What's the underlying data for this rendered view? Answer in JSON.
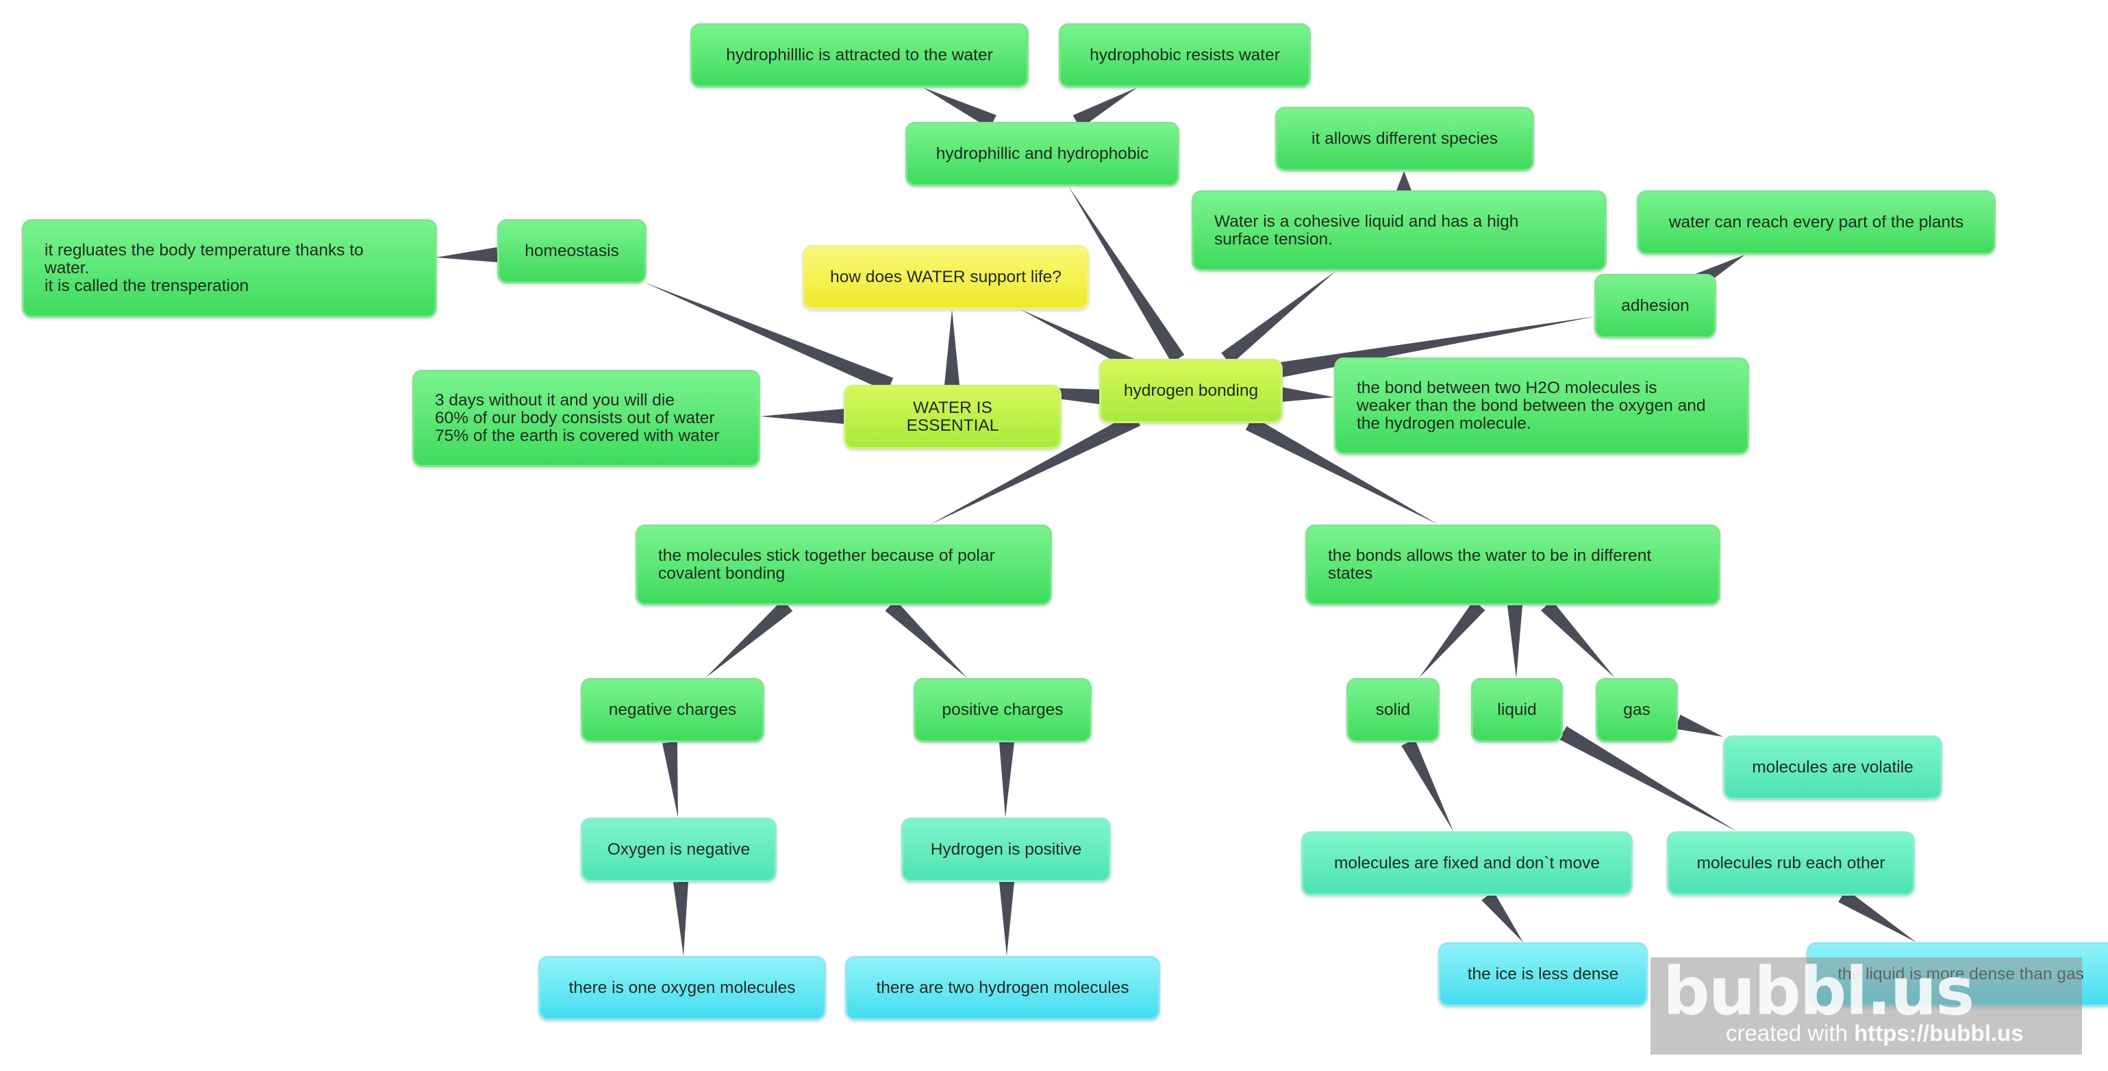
{
  "nodes": {
    "central": "hydrogen bonding",
    "question": "how does WATER support life?",
    "essential": "WATER IS ESSENTIAL",
    "homeostasis": "homeostasis",
    "body_temp": "it regluates the body temperature thanks to\nwater.\nit is called the trensperation",
    "facts": "3 days without it and you will die\n60% of our body consists out of water\n75% of the earth is covered with water",
    "hydro_both": "hydrophillic and hydrophobic",
    "hydrophilic": "hydrophilllic is attracted to the water",
    "hydrophobic": "hydrophobic resists water",
    "cohesive": "Water is a cohesive liquid and has a high\nsurface tension.",
    "species": "it allows different species",
    "adhesion": "adhesion",
    "plants": "water can reach every part of the plants",
    "bond_weaker": "the bond between two H2O molecules is\nweaker than the bond between the oxygen and\nthe hydrogen molecule.",
    "polar": "the molecules stick together because of polar\ncovalent bonding",
    "negative": "negative charges",
    "positive": "positive charges",
    "oxygen_neg": "Oxygen is negative",
    "hydrogen_pos": "Hydrogen is positive",
    "one_oxygen": "there is one oxygen molecules",
    "two_hydrogen": "there are two hydrogen molecules",
    "states": "the bonds allows the water to be in different\nstates",
    "solid": "solid",
    "liquid": "liquid",
    "gas": "gas",
    "volatile": "molecules are volatile",
    "fixed": "molecules are fixed and don`t move",
    "rub": "molecules rub each other",
    "ice": "the ice is less dense",
    "liquid_dense": "the liquid is more dense than gas"
  },
  "watermark": {
    "logo": "bubbl.us",
    "credit_prefix": "created with ",
    "credit_link": "https://bubbl.us"
  },
  "colors": {
    "connector": "#4a4d57",
    "green": "#4fe16a",
    "lime": "#b9ef45",
    "yellow": "#f3ef3d",
    "teal": "#5be8bd",
    "cyan": "#55e0f0"
  }
}
